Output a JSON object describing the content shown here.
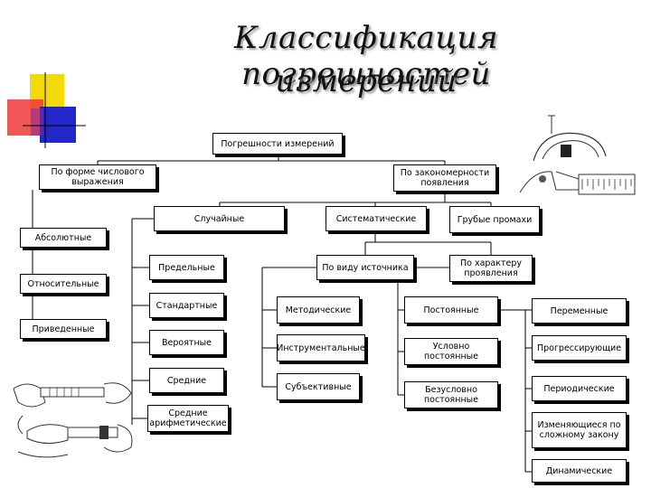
{
  "title_line1": "Классификация погрешностей",
  "title_line2": "измерений",
  "nodes": {
    "root": "Погрешности измерений",
    "numeric_form": "По форме числового выражения",
    "regularity": "По закономерности появления",
    "absolute": "Абсолютные",
    "relative": "Относительные",
    "reduced": "Приведенные",
    "random": "Случайные",
    "systematic": "Систематические",
    "gross": "Грубые промахи",
    "limiting": "Предельные",
    "standard": "Стандартные",
    "probable": "Вероятные",
    "mean": "Средние",
    "arith_mean": "Средние арифметические",
    "by_source": "По виду источника",
    "by_manifestation": "По характеру проявления",
    "methodical": "Методические",
    "instrumental": "Инструментальные",
    "subjective": "Субъективные",
    "constant": "Постоянные",
    "cond_constant": "Условно постоянные",
    "uncond_constant": "Безусловно постоянные",
    "variable": "Переменные",
    "progressive": "Прогрессирующие",
    "periodic": "Периодические",
    "complex_law": "Изменяющиеся по сложному закону",
    "dynamic": "Динамические"
  },
  "colors": {
    "deco_yellow": "#f5d80a",
    "deco_red": "#f03a3a",
    "deco_blue": "#2326c8"
  },
  "icons": [
    "caliper-scale-illustration",
    "micrometer-hands-illustration"
  ]
}
